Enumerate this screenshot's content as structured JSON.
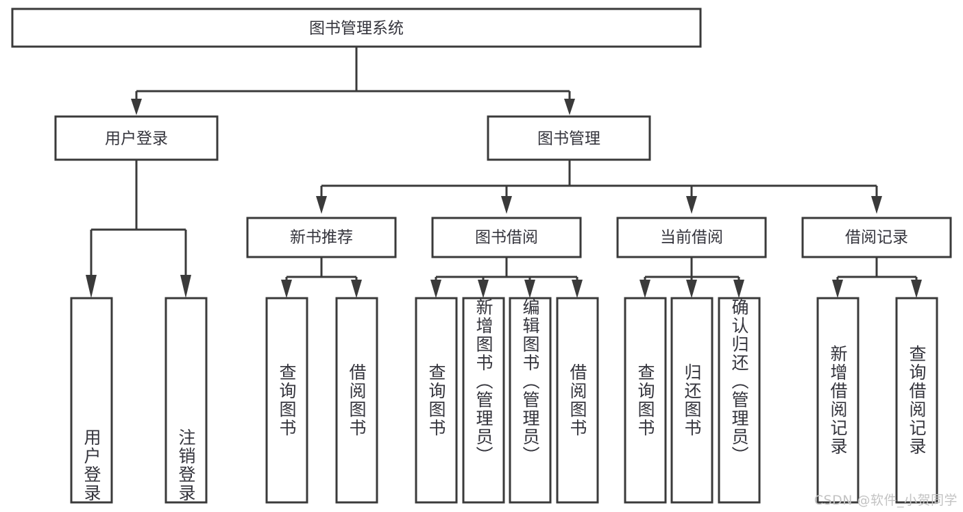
{
  "diagram": {
    "type": "tree-hierarchy-chart",
    "title_node": "图书管理系统",
    "background_color": "#ffffff",
    "stroke_color": "#3a3a3a",
    "text_color": "#34343c",
    "levels": 4,
    "root": {
      "label": "图书管理系统",
      "orientation": "horizontal"
    },
    "level2": [
      {
        "label": "用户登录",
        "orientation": "horizontal"
      },
      {
        "label": "图书管理",
        "orientation": "horizontal"
      }
    ],
    "level3": [
      {
        "label": "新书推荐",
        "orientation": "horizontal"
      },
      {
        "label": "图书借阅",
        "orientation": "horizontal"
      },
      {
        "label": "当前借阅",
        "orientation": "horizontal"
      },
      {
        "label": "借阅记录",
        "orientation": "horizontal"
      }
    ],
    "leaves": {
      "user_login": [
        {
          "label": "用户登录",
          "orientation": "vertical",
          "align": "bottom"
        },
        {
          "label": "注销登录",
          "orientation": "vertical",
          "align": "bottom"
        }
      ],
      "new_book_recommend": [
        {
          "label": "查询图书",
          "orientation": "vertical",
          "align": "center"
        },
        {
          "label": "借阅图书",
          "orientation": "vertical",
          "align": "center"
        }
      ],
      "book_borrow": [
        {
          "label": "查询图书",
          "orientation": "vertical",
          "align": "center"
        },
        {
          "label": "新增图书（管理员）",
          "orientation": "vertical",
          "align": "top"
        },
        {
          "label": "编辑图书（管理员）",
          "orientation": "vertical",
          "align": "top"
        },
        {
          "label": "借阅图书",
          "orientation": "vertical",
          "align": "center"
        }
      ],
      "current_borrow": [
        {
          "label": "查询图书",
          "orientation": "vertical",
          "align": "center"
        },
        {
          "label": "归还图书",
          "orientation": "vertical",
          "align": "center"
        },
        {
          "label": "确认归还（管理员）",
          "orientation": "vertical",
          "align": "top"
        }
      ],
      "borrow_record": [
        {
          "label": "新增借阅记录",
          "orientation": "vertical",
          "align": "center"
        },
        {
          "label": "查询借阅记录",
          "orientation": "vertical",
          "align": "center"
        }
      ]
    }
  },
  "watermark": {
    "text": "CSDN @软件_小贺同学"
  }
}
